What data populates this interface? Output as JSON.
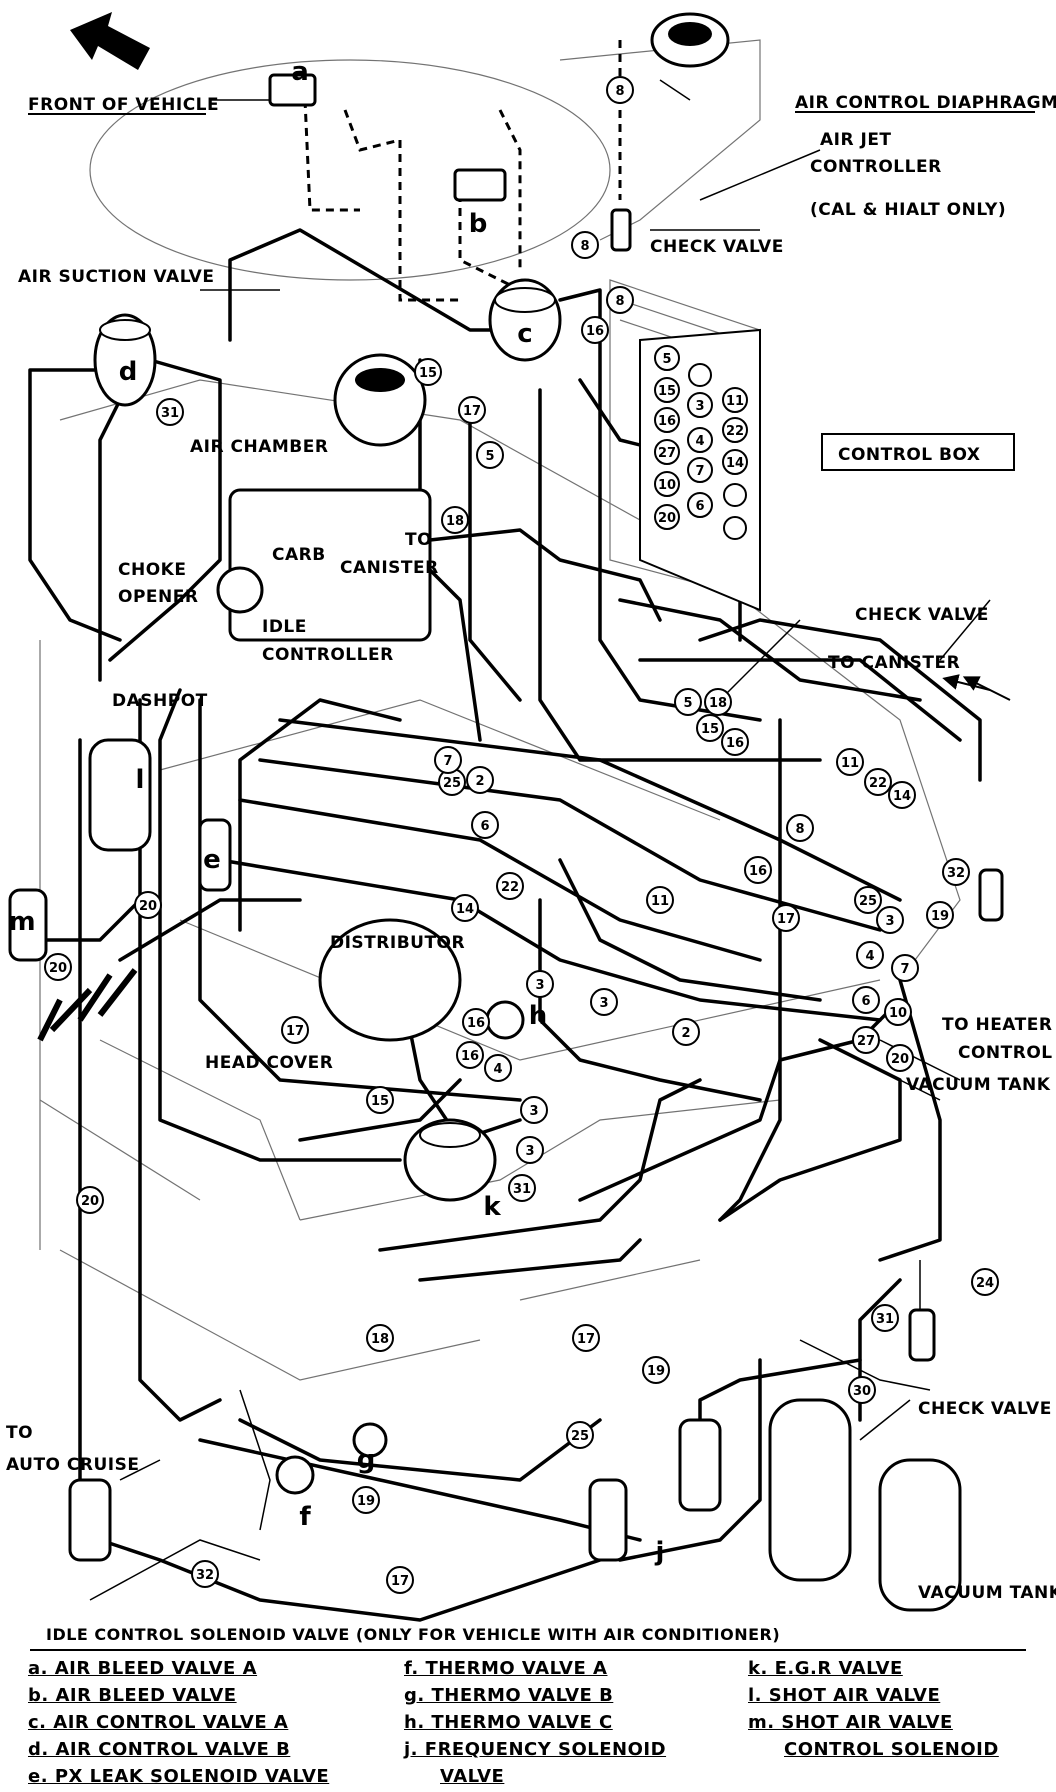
{
  "labels": {
    "front_of_vehicle": "FRONT OF VEHICLE",
    "air_control_diaphragm": "AIR CONTROL DIAPHRAGM",
    "air_jet_controller_1": "AIR JET",
    "air_jet_controller_2": "CONTROLLER",
    "cal_hialt": "(CAL & HIALT ONLY)",
    "check_valve_top": "CHECK VALVE",
    "air_suction_valve": "AIR SUCTION VALVE",
    "control_box": "CONTROL BOX",
    "air_chamber": "AIR CHAMBER",
    "carb": "CARB",
    "to_canister_1": "TO",
    "to_canister_2": "CANISTER",
    "choke_opener_1": "CHOKE",
    "choke_opener_2": "OPENER",
    "idle_controller_1": "IDLE",
    "idle_controller_2": "CONTROLLER",
    "dashpot": "DASHPOT",
    "check_valve_right": "CHECK VALVE",
    "to_canister_right": "TO CANISTER",
    "distributor": "DISTRIBUTOR",
    "head_cover": "HEAD COVER",
    "to_heater_control_1": "TO HEATER",
    "to_heater_control_2": "CONTROL",
    "vacuum_tank_right": "VACUUM TANK",
    "to_auto_cruise_1": "TO",
    "to_auto_cruise_2": "AUTO CRUISE",
    "check_valve_bottom": "CHECK VALVE",
    "vacuum_tank_bottom": "VACUUM TANK",
    "idle_control_solenoid": "IDLE CONTROL SOLENOID VALVE (ONLY FOR VEHICLE WITH AIR CONDITIONER)"
  },
  "component_letters": [
    "a",
    "b",
    "c",
    "d",
    "e",
    "f",
    "g",
    "h",
    "j",
    "k",
    "l",
    "m"
  ],
  "control_box_ports": [
    "5",
    "15",
    "16",
    "27",
    "10",
    "20",
    "3",
    "4",
    "7",
    "6",
    "11",
    "22",
    "14"
  ],
  "hose_numbers": [
    "8",
    "8",
    "8",
    "15",
    "17",
    "16",
    "5",
    "18",
    "31",
    "2",
    "25",
    "7",
    "6",
    "22",
    "11",
    "14",
    "3",
    "16",
    "16",
    "4",
    "3",
    "3",
    "5",
    "18",
    "15",
    "16",
    "11",
    "22",
    "14",
    "8",
    "32",
    "25",
    "3",
    "19",
    "4",
    "7",
    "6",
    "10",
    "27",
    "20",
    "2",
    "3",
    "16",
    "17",
    "20",
    "20",
    "17",
    "15",
    "31",
    "20",
    "18",
    "17",
    "19",
    "25",
    "30",
    "31",
    "24",
    "19",
    "17",
    "32"
  ],
  "legend": {
    "col1": [
      "a.  AIR BLEED VALVE A",
      "b.  AIR BLEED VALVE",
      "c.  AIR CONTROL VALVE A",
      "d.  AIR CONTROL VALVE B",
      "e.  PX LEAK SOLENOID VALVE"
    ],
    "col2": [
      "f.  THERMO VALVE A",
      "g.  THERMO VALVE B",
      "h.  THERMO VALVE C",
      "j.  FREQUENCY SOLENOID",
      "VALVE"
    ],
    "col3": [
      "k.  E.G.R VALVE",
      "l.  SHOT AIR VALVE",
      "m.  SHOT AIR VALVE",
      "CONTROL SOLENOID"
    ]
  }
}
